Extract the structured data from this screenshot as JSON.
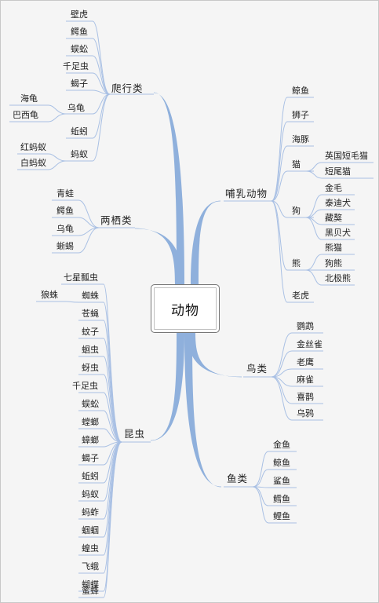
{
  "root": "动物",
  "branches": {
    "reptiles": {
      "label": "爬行类",
      "items": [
        "壁虎",
        "鳄鱼",
        "蜈蚣",
        "千足虫",
        "蝎子",
        "乌龟",
        "蚯蚓",
        "蚂蚁"
      ],
      "turtle_kinds": [
        "海龟",
        "巴西龟"
      ],
      "ant_kinds": [
        "红蚂蚁",
        "白蚂蚁"
      ]
    },
    "amphibians": {
      "label": "两栖类",
      "items": [
        "青蛙",
        "鳄鱼",
        "乌龟",
        "蜥蜴"
      ]
    },
    "insects": {
      "label": "昆虫",
      "items": [
        "七星瓢虫",
        "蜘蛛",
        "苍蝇",
        "蚊子",
        "蛔虫",
        "蚜虫",
        "千足虫",
        "蜈蚣",
        "螳螂",
        "蟑螂",
        "蝎子",
        "蚯蚓",
        "蚂蚁",
        "蚂蚱",
        "蝈蝈",
        "蝗虫",
        "飞蛾",
        "蝴蝶",
        "蜜蜂"
      ],
      "spider_kinds": [
        "狼蛛"
      ]
    },
    "mammals": {
      "label": "哺乳动物",
      "items": [
        "鲸鱼",
        "狮子",
        "海豚",
        "猫",
        "狗",
        "熊",
        "老虎"
      ],
      "cat_kinds": [
        "英国短毛猫",
        "短尾猫"
      ],
      "dog_kinds": [
        "金毛",
        "泰迪犬",
        "藏獒",
        "黑贝犬"
      ],
      "bear_kinds": [
        "熊猫",
        "狗熊",
        "北极熊"
      ]
    },
    "birds": {
      "label": "鸟类",
      "items": [
        "鹦鹉",
        "金丝雀",
        "老鹰",
        "麻雀",
        "喜鹊",
        "乌鸦"
      ]
    },
    "fish": {
      "label": "鱼类",
      "items": [
        "金鱼",
        "鲸鱼",
        "鲨鱼",
        "鳕鱼",
        "鲤鱼"
      ]
    }
  }
}
